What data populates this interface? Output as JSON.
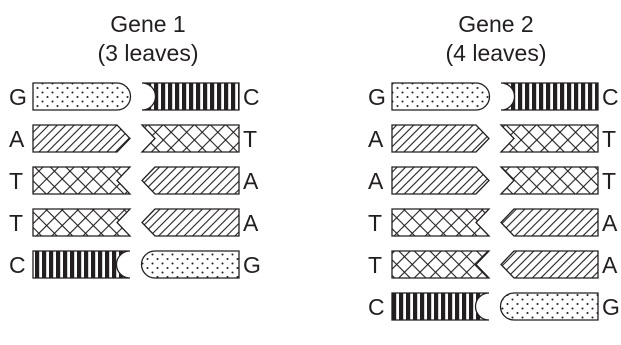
{
  "genes": [
    {
      "title": "Gene 1",
      "subtitle": "(3 leaves)",
      "pairs": [
        {
          "left": "G",
          "right": "C"
        },
        {
          "left": "A",
          "right": "T"
        },
        {
          "left": "T",
          "right": "A"
        },
        {
          "left": "T",
          "right": "A"
        },
        {
          "left": "C",
          "right": "G"
        }
      ]
    },
    {
      "title": "Gene 2",
      "subtitle": "(4 leaves)",
      "pairs": [
        {
          "left": "G",
          "right": "C"
        },
        {
          "left": "A",
          "right": "T"
        },
        {
          "left": "A",
          "right": "T"
        },
        {
          "left": "T",
          "right": "A"
        },
        {
          "left": "T",
          "right": "A"
        },
        {
          "left": "C",
          "right": "G"
        }
      ]
    }
  ],
  "base_style": {
    "G": "dots",
    "C": "vertical-bars",
    "A": "diagonal-hatch",
    "T": "cross-hatch"
  },
  "colors": {
    "ink": "#231f20",
    "background": "#ffffff"
  }
}
